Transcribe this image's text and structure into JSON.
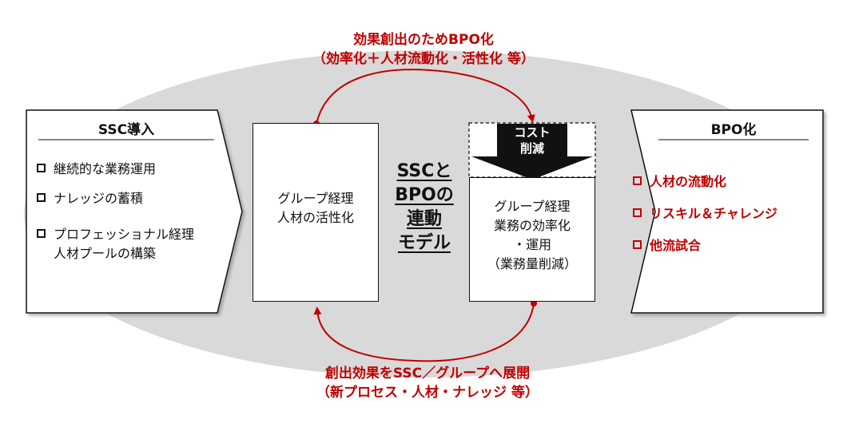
{
  "top_caption": {
    "line1": "効果創出のためBPO化",
    "line2": "（効率化＋人材流動化・活性化 等）"
  },
  "bottom_caption": {
    "line1": "創出効果をSSC／グループへ展開",
    "line2": "（新プロセス・人材・ナレッジ 等）"
  },
  "ssc_box": {
    "title": "SSC導入",
    "items": [
      "継続的な業務運用",
      "ナレッジの蓄積",
      "プロフェッショナル経理",
      "人材プールの構築"
    ]
  },
  "bpo_box": {
    "title": "BPO化",
    "items": [
      "人材の流動化",
      "リスキル＆チャレンジ",
      "他流試合"
    ]
  },
  "group_talent_box": {
    "line1": "グループ経理",
    "line2": "人材の活性化"
  },
  "model_title": {
    "line1": "SSCと",
    "line2": "BPOの",
    "line3": "連動",
    "line4": "モデル"
  },
  "cost_arrow": {
    "line1": "コスト",
    "line2": "削減"
  },
  "group_ops_box": {
    "line1": "グループ経理",
    "line2": "業務の効率化",
    "line3": "・運用",
    "line4": "（業務量削減）"
  },
  "colors": {
    "accent_red": "#c00000",
    "ellipse_gray": "#d9d9d9"
  }
}
